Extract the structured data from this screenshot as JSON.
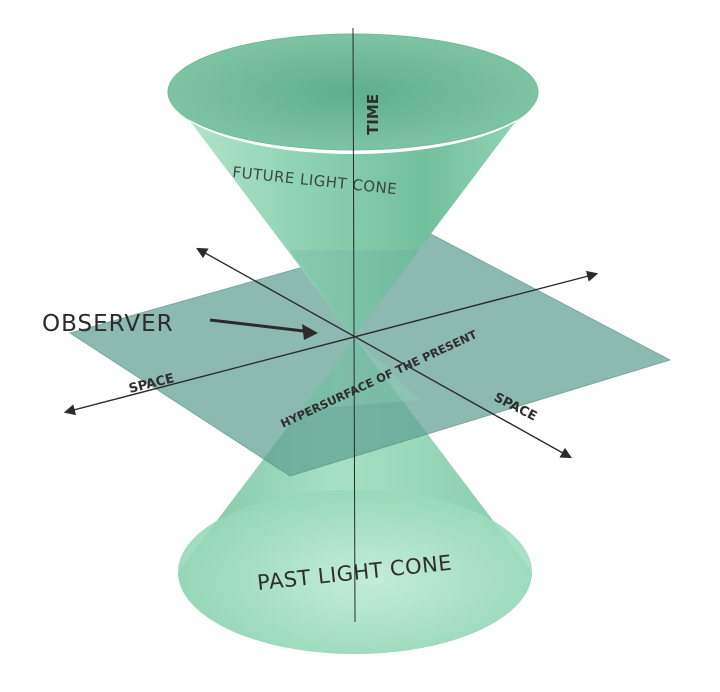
{
  "labels": {
    "time": "TIME",
    "future_cone": "FUTURE LIGHT CONE",
    "past_cone": "PAST LIGHT CONE",
    "observer": "OBSERVER",
    "space_left": "SPACE",
    "space_right": "SPACE",
    "hypersurface": "HYPERSURFACE OF THE PRESENT"
  },
  "colors": {
    "cone": "#8fd3b4",
    "cone_light": "#c3ecd8",
    "cone_dark": "#5faa8a",
    "plane": "#5f9f93",
    "axis": "#2b2b2b"
  }
}
